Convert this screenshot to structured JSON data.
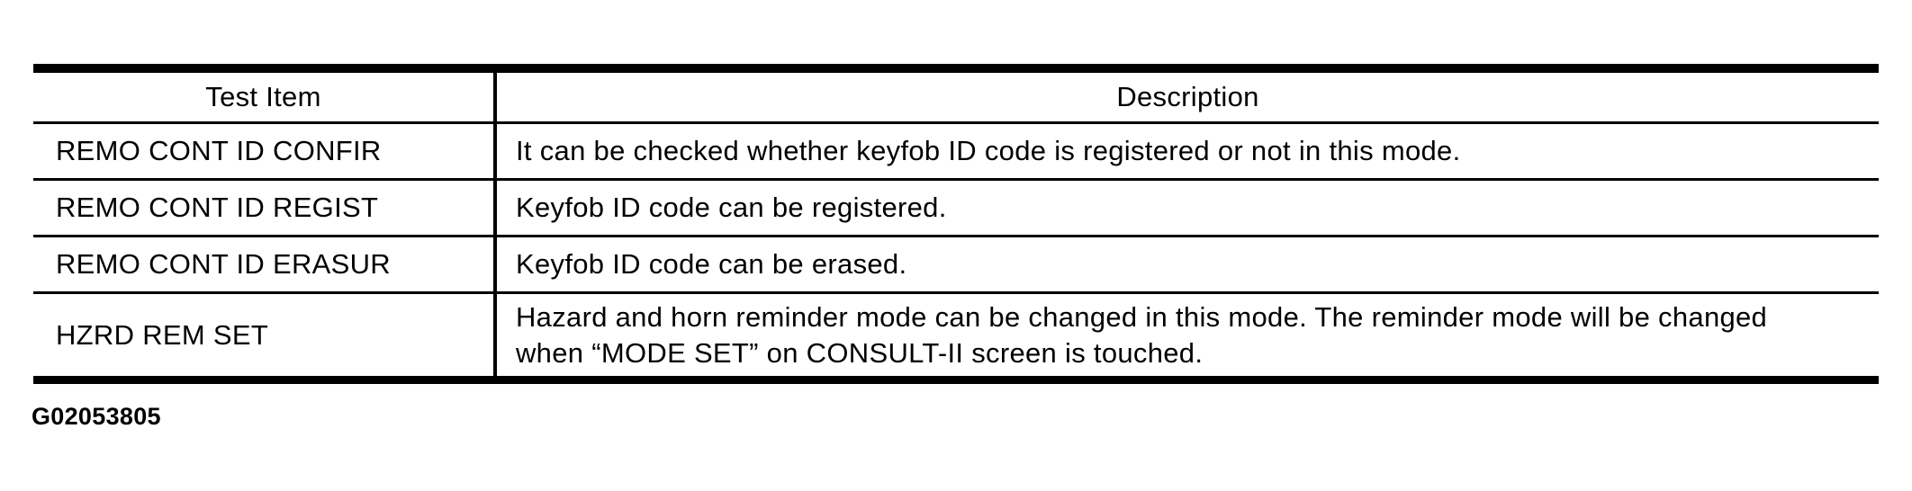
{
  "page": {
    "background_color": "#ffffff",
    "text_color": "#000000"
  },
  "figure_id": "G02053805",
  "table": {
    "headers": {
      "test_item": "Test Item",
      "description": "Description"
    },
    "rows": [
      {
        "test_item": "REMO CONT ID CONFIR",
        "description": "It can be checked whether keyfob ID code is registered or not in this mode."
      },
      {
        "test_item": "REMO CONT ID REGIST",
        "description": "Keyfob ID code can be registered."
      },
      {
        "test_item": "REMO CONT ID ERASUR",
        "description": "Keyfob ID code can be erased."
      },
      {
        "test_item": "HZRD REM SET",
        "description": "Hazard and horn reminder mode can be changed in this mode. The reminder mode will be changed when “MODE SET” on CONSULT-II screen is touched."
      }
    ]
  }
}
